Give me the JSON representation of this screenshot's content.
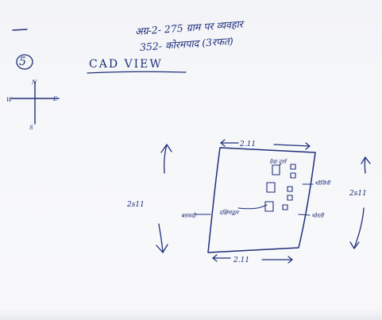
{
  "header": {
    "line1": "अग्र-2- 275 ग्राम पर व्यवहार",
    "line2": "352- कोरमपाद (3रफत)"
  },
  "item_number": "5",
  "title": "CAD VIEW",
  "compass": {
    "n": "N",
    "e": "E",
    "w": "W",
    "s": "S"
  },
  "dimensions": {
    "top": "2.11",
    "bottom": "2.11",
    "left": "2s11",
    "right": "2s11"
  },
  "labels": {
    "inner_top": "देवा दुर्गा",
    "right_upper": "भोजिनी",
    "right_lower": "भोरती",
    "left_outer": "बरामदी",
    "left_inner": "दक्षिणद्वार"
  }
}
